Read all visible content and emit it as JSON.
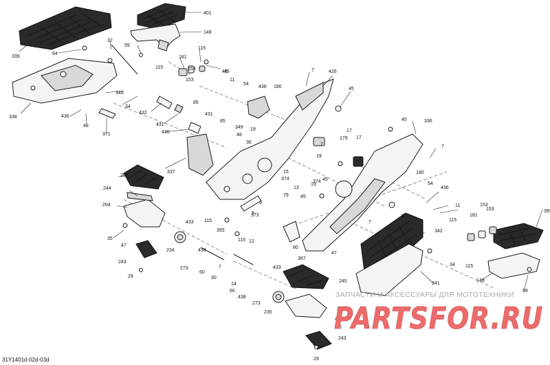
{
  "diagram_code": "31Y1401d-02d-03d",
  "watermark": {
    "subtitle": "ЗАПЧАСТИ И АКСЕССУАРЫ ДЛЯ МОТОТЕХНИКИ",
    "logo": "PARTSFOR.RU",
    "logo_color": "#ee6b6b"
  },
  "callouts": [
    "401",
    "149",
    "339",
    "64",
    "59",
    "32",
    "181",
    "115",
    "45",
    "153",
    "115",
    "45",
    "11",
    "349",
    "153",
    "34",
    "85",
    "54",
    "436",
    "180",
    "426",
    "45",
    "7",
    "338",
    "436",
    "48",
    "371",
    "432",
    "431",
    "430",
    "431",
    "85",
    "349",
    "48",
    "36",
    "19",
    "17",
    "17",
    "45",
    "179",
    "336",
    "7",
    "337",
    "205",
    "15",
    "19",
    "374",
    "45",
    "7",
    "374",
    "13",
    "79",
    "19",
    "180",
    "54",
    "436",
    "244",
    "204",
    "115",
    "373",
    "9",
    "9",
    "45",
    "11",
    "399",
    "7",
    "8",
    "153",
    "115",
    "181",
    "153",
    "342",
    "35",
    "47",
    "433",
    "355",
    "115",
    "12",
    "80",
    "367",
    "47",
    "243",
    "234",
    "273",
    "60",
    "438",
    "30",
    "7",
    "14",
    "433",
    "245",
    "34",
    "115",
    "149",
    "29",
    "60",
    "438",
    "273",
    "235",
    "203",
    "47",
    "35",
    "243",
    "29",
    "341",
    "59"
  ]
}
